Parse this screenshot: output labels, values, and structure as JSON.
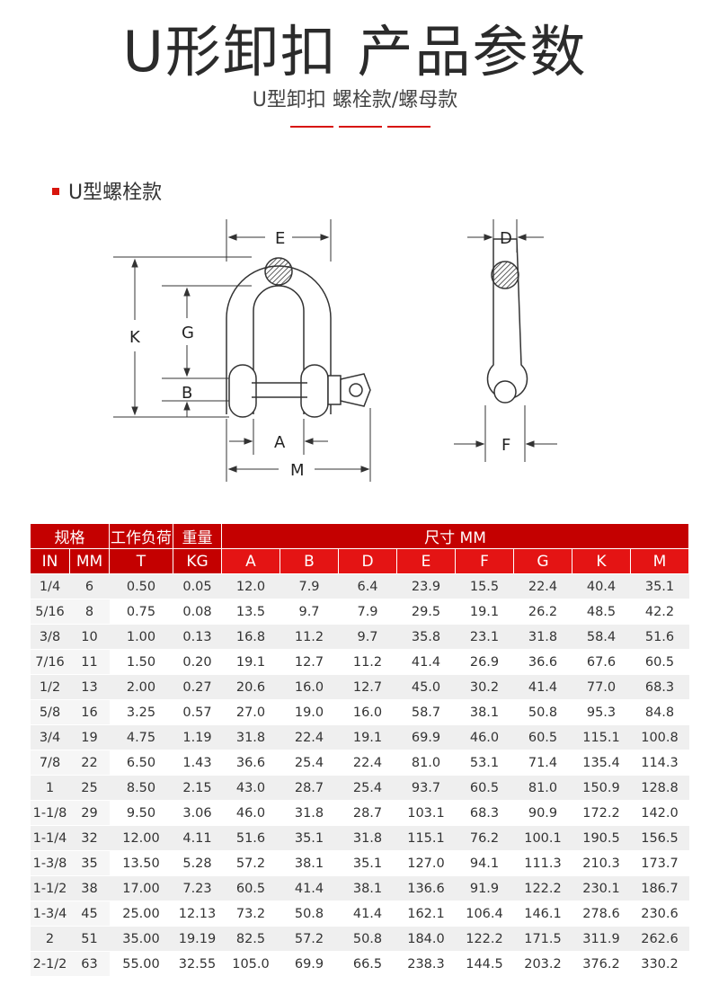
{
  "header": {
    "title": "U形卸扣 产品参数",
    "subtitle": "U型卸扣 螺栓款/螺母款"
  },
  "section": {
    "title": "U型螺栓款"
  },
  "diagram_labels": {
    "E": "E",
    "K": "K",
    "G": "G",
    "B": "B",
    "A": "A",
    "M": "M",
    "D": "D",
    "F": "F"
  },
  "colors": {
    "accent": "#d8150d",
    "table_header": "#c40000",
    "table_subheader": "#e41414"
  },
  "table": {
    "group_headers": [
      "规格",
      "工作负荷",
      "重量",
      "尺寸 MM"
    ],
    "sub_headers": [
      "IN",
      "MM",
      "T",
      "KG",
      "A",
      "B",
      "D",
      "E",
      "F",
      "G",
      "K",
      "M"
    ],
    "rows": [
      [
        "1/4",
        "6",
        "0.50",
        "0.05",
        "12.0",
        "7.9",
        "6.4",
        "23.9",
        "15.5",
        "22.4",
        "40.4",
        "35.1"
      ],
      [
        "5/16",
        "8",
        "0.75",
        "0.08",
        "13.5",
        "9.7",
        "7.9",
        "29.5",
        "19.1",
        "26.2",
        "48.5",
        "42.2"
      ],
      [
        "3/8",
        "10",
        "1.00",
        "0.13",
        "16.8",
        "11.2",
        "9.7",
        "35.8",
        "23.1",
        "31.8",
        "58.4",
        "51.6"
      ],
      [
        "7/16",
        "11",
        "1.50",
        "0.20",
        "19.1",
        "12.7",
        "11.2",
        "41.4",
        "26.9",
        "36.6",
        "67.6",
        "60.5"
      ],
      [
        "1/2",
        "13",
        "2.00",
        "0.27",
        "20.6",
        "16.0",
        "12.7",
        "45.0",
        "30.2",
        "41.4",
        "77.0",
        "68.3"
      ],
      [
        "5/8",
        "16",
        "3.25",
        "0.57",
        "27.0",
        "19.0",
        "16.0",
        "58.7",
        "38.1",
        "50.8",
        "95.3",
        "84.8"
      ],
      [
        "3/4",
        "19",
        "4.75",
        "1.19",
        "31.8",
        "22.4",
        "19.1",
        "69.9",
        "46.0",
        "60.5",
        "115.1",
        "100.8"
      ],
      [
        "7/8",
        "22",
        "6.50",
        "1.43",
        "36.6",
        "25.4",
        "22.4",
        "81.0",
        "53.1",
        "71.4",
        "135.4",
        "114.3"
      ],
      [
        "1",
        "25",
        "8.50",
        "2.15",
        "43.0",
        "28.7",
        "25.4",
        "93.7",
        "60.5",
        "81.0",
        "150.9",
        "128.8"
      ],
      [
        "1-1/8",
        "29",
        "9.50",
        "3.06",
        "46.0",
        "31.8",
        "28.7",
        "103.1",
        "68.3",
        "90.9",
        "172.2",
        "142.0"
      ],
      [
        "1-1/4",
        "32",
        "12.00",
        "4.11",
        "51.6",
        "35.1",
        "31.8",
        "115.1",
        "76.2",
        "100.1",
        "190.5",
        "156.5"
      ],
      [
        "1-3/8",
        "35",
        "13.50",
        "5.28",
        "57.2",
        "38.1",
        "35.1",
        "127.0",
        "94.1",
        "111.3",
        "210.3",
        "173.7"
      ],
      [
        "1-1/2",
        "38",
        "17.00",
        "7.23",
        "60.5",
        "41.4",
        "38.1",
        "136.6",
        "91.9",
        "122.2",
        "230.1",
        "186.7"
      ],
      [
        "1-3/4",
        "45",
        "25.00",
        "12.13",
        "73.2",
        "50.8",
        "41.4",
        "162.1",
        "106.4",
        "146.1",
        "278.6",
        "230.6"
      ],
      [
        "2",
        "51",
        "35.00",
        "19.19",
        "82.5",
        "57.2",
        "50.8",
        "184.0",
        "122.2",
        "171.5",
        "311.9",
        "262.6"
      ],
      [
        "2-1/2",
        "63",
        "55.00",
        "32.55",
        "105.0",
        "69.9",
        "66.5",
        "238.3",
        "144.5",
        "203.2",
        "376.2",
        "330.2"
      ]
    ]
  }
}
